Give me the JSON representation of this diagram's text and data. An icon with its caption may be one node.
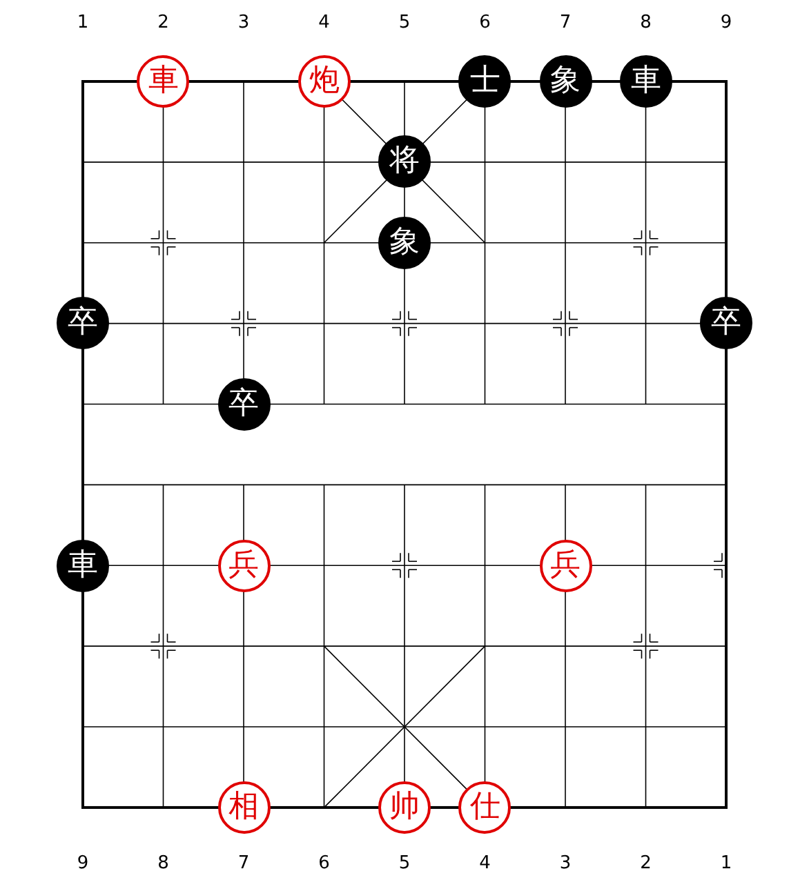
{
  "diagram": {
    "nodes": [
      {
        "text": [
          "車"
        ]
      },
      {
        "text": [
          "炮"
        ]
      },
      {
        "text": [
          "士"
        ]
      },
      {
        "text": [
          "象"
        ]
      },
      {
        "text": [
          "車"
        ]
      },
      {
        "text": [
          "将"
        ]
      },
      {
        "text": [
          "象"
        ]
      },
      {
        "text": [
          "卒"
        ]
      },
      {
        "text": [
          "卒"
        ]
      },
      {
        "text": [
          "卒"
        ]
      },
      {
        "text": [
          "車"
        ]
      },
      {
        "text": [
          "兵"
        ]
      },
      {
        "text": [
          "兵"
        ]
      },
      {
        "text": [
          "相"
        ]
      },
      {
        "text": [
          "帅"
        ]
      },
      {
        "text": [
          "仕"
        ]
      }
    ],
    "labels": [
      "1",
      "2",
      "3",
      "4",
      "5",
      "6",
      "7",
      "8",
      "9",
      "9",
      "8",
      "7",
      "6",
      "5",
      "4",
      "3",
      "2",
      "1"
    ]
  }
}
